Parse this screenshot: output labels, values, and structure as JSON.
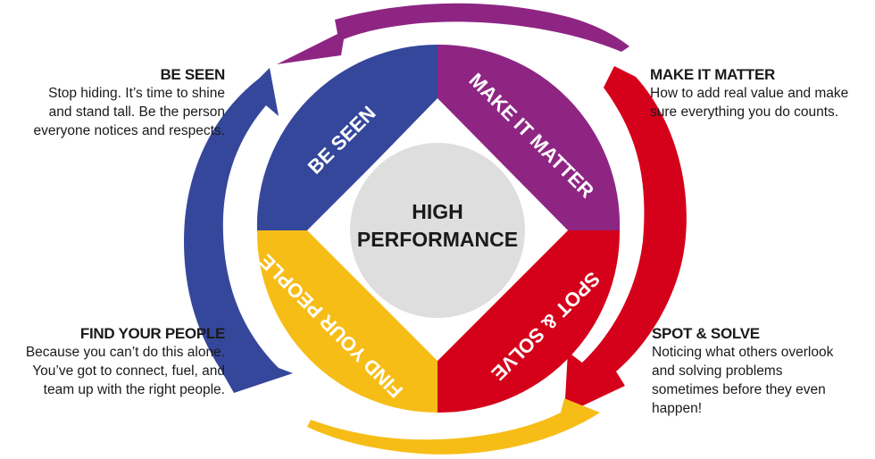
{
  "center": {
    "line1": "HIGH",
    "line2": "PERFORMANCE"
  },
  "quadrants": [
    {
      "key": "be_seen",
      "label": "BE SEEN",
      "color": "#35479b"
    },
    {
      "key": "make_it_matter",
      "label": "MAKE IT MATTER",
      "color": "#8e2583"
    },
    {
      "key": "spot_solve",
      "label": "SPOT & SOLVE",
      "color": "#d5001a"
    },
    {
      "key": "find_your_people",
      "label": "FIND YOUR PEOPLE",
      "color": "#f7bd17"
    }
  ],
  "descriptions": {
    "be_seen": {
      "title": "BE SEEN",
      "lines": [
        "Stop hiding. It’s time to shine",
        "and stand tall. Be the person",
        "everyone notices and respects."
      ]
    },
    "make_it_matter": {
      "title": "MAKE IT MATTER",
      "lines": [
        "How to add real value and make",
        "sure everything you do counts."
      ]
    },
    "spot_solve": {
      "title": "SPOT & SOLVE",
      "lines": [
        "Noticing what others overlook",
        "and solving problems",
        "sometimes before they even",
        "happen!"
      ]
    },
    "find_your_people": {
      "title": "FIND YOUR PEOPLE",
      "lines": [
        "Because you can’t do this alone.",
        "You’ve got to connect, fuel, and",
        "team up with the right people."
      ]
    }
  },
  "colors": {
    "center_circle": "#dedede",
    "center_diamond": "#ffffff",
    "text_dark": "#1a1a1a"
  }
}
